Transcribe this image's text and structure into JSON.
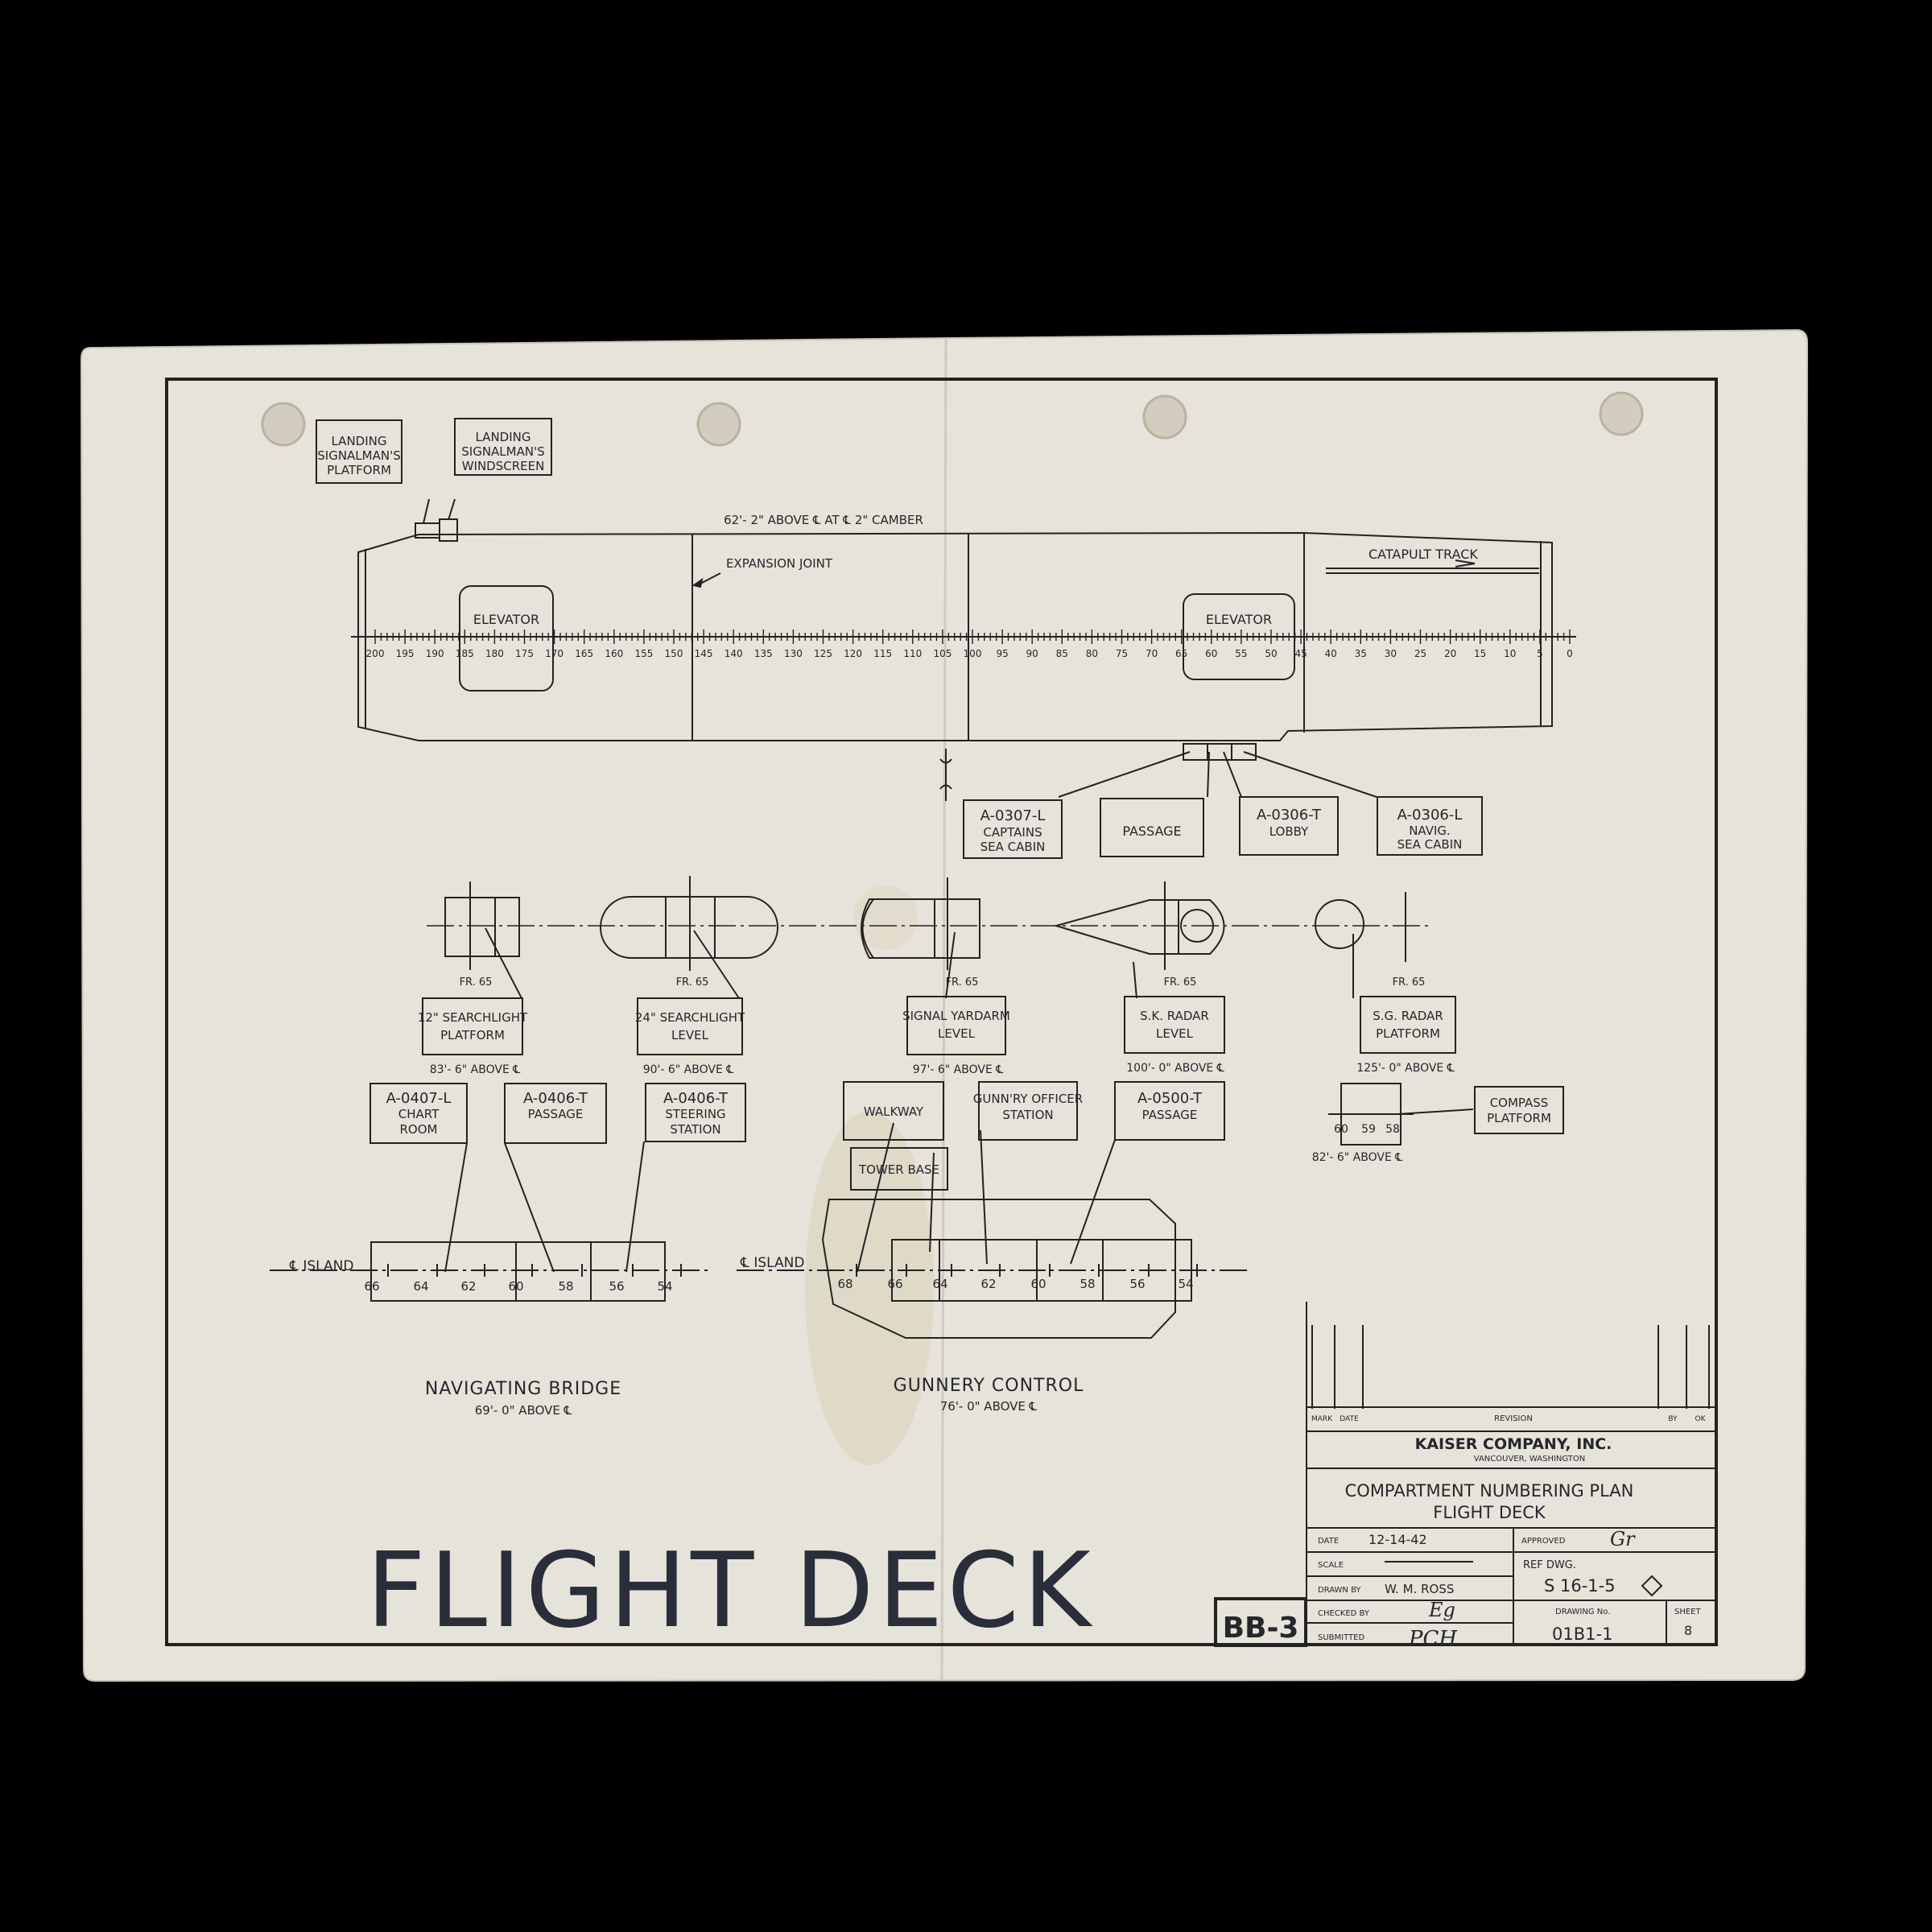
{
  "deck_labels": {
    "signal_platform": [
      "LANDING",
      "SIGNALMAN'S",
      "PLATFORM"
    ],
    "signal_windscreen": [
      "LANDING",
      "SIGNALMAN'S",
      "WINDSCREEN"
    ],
    "camber_note": "62'- 2\" ABOVE ℄ AT ℄ 2\" CAMBER",
    "expansion_joint": "EXPANSION JOINT",
    "catapult_track": "CATAPULT TRACK",
    "elevator": "ELEVATOR",
    "frame_numbers": [
      "200",
      "195",
      "190",
      "185",
      "180",
      "175",
      "170",
      "165",
      "160",
      "155",
      "150",
      "145",
      "140",
      "135",
      "130",
      "125",
      "120",
      "115",
      "110",
      "105",
      "100",
      "95",
      "90",
      "85",
      "80",
      "75",
      "70",
      "65",
      "60",
      "55",
      "50",
      "45",
      "40",
      "35",
      "30",
      "25",
      "20",
      "15",
      "10",
      "5",
      "0"
    ]
  },
  "cabins": [
    [
      "A-0307-L",
      "CAPTAINS",
      "SEA CABIN"
    ],
    [
      "PASSAGE"
    ],
    [
      "A-0306-T",
      "LOBBY"
    ],
    [
      "A-0306-L",
      "NAVIG.",
      "SEA CABIN"
    ]
  ],
  "levels": [
    {
      "fr": "FR. 65",
      "label": [
        "12\" SEARCHLIGHT",
        "PLATFORM"
      ],
      "height": "83'- 6\" ABOVE ℄"
    },
    {
      "fr": "FR. 65",
      "label": [
        "24\" SEARCHLIGHT",
        "LEVEL"
      ],
      "height": "90'- 6\" ABOVE ℄"
    },
    {
      "fr": "FR. 65",
      "label": [
        "SIGNAL YARDARM",
        "LEVEL"
      ],
      "height": "97'- 6\" ABOVE ℄"
    },
    {
      "fr": "FR. 65",
      "label": [
        "S.K. RADAR",
        "LEVEL"
      ],
      "height": "100'- 0\" ABOVE ℄"
    },
    {
      "fr": "FR. 65",
      "label": [
        "S.G. RADAR",
        "PLATFORM"
      ],
      "height": "125'- 0\" ABOVE ℄"
    }
  ],
  "compass": {
    "label": [
      "COMPASS",
      "PLATFORM"
    ],
    "frames": [
      "60",
      "59",
      "58"
    ],
    "height": "82'- 6\" ABOVE ℄"
  },
  "bridge_boxes": [
    [
      "A-0407-L",
      "CHART",
      "ROOM"
    ],
    [
      "A-0406-T",
      "PASSAGE"
    ],
    [
      "A-0406-T",
      "STEERING",
      "STATION"
    ]
  ],
  "gunnery_boxes": [
    [
      "WALKWAY"
    ],
    [
      "TOWER BASE"
    ],
    [
      "GUNN'RY OFFICER",
      "STATION"
    ],
    [
      "A-0500-T",
      "PASSAGE"
    ]
  ],
  "island_label": "℄ ISLAND",
  "bridge_frames": [
    "66",
    "64",
    "62",
    "60",
    "58",
    "56",
    "54"
  ],
  "gunnery_frames": [
    "68",
    "66",
    "64",
    "62",
    "60",
    "58",
    "56",
    "54"
  ],
  "navigating_bridge": {
    "title": "NAVIGATING BRIDGE",
    "height": "69'- 0\" ABOVE ℄"
  },
  "gunnery_control": {
    "title": "GUNNERY CONTROL",
    "height": "76'- 0\" ABOVE ℄"
  },
  "big_title": "FLIGHT DECK",
  "stamp": "BB-3",
  "title_block": {
    "revision_headers": [
      "MARK",
      "DATE",
      "REVISION",
      "BY",
      "OK"
    ],
    "company": "KAISER COMPANY, INC.",
    "location": "VANCOUVER, WASHINGTON",
    "plan_title": [
      "COMPARTMENT NUMBERING PLAN",
      "FLIGHT DECK"
    ],
    "date_label": "DATE",
    "date": "12-14-42",
    "approved_label": "APPROVED",
    "scale_label": "SCALE",
    "ref_label": "REF DWG.",
    "ref": "S 16-1-5",
    "drawn_label": "DRAWN BY",
    "drawn": "W. M. ROSS",
    "checked_label": "CHECKED BY",
    "drawing_no_label": "DRAWING No.",
    "drawing_no": "01B1-1",
    "sheet_label": "SHEET",
    "sheet": "8",
    "submitted_label": "SUBMITTED",
    "submitted": "PCH",
    "checked_initials": "Eg",
    "approved_initials": "Gr"
  }
}
